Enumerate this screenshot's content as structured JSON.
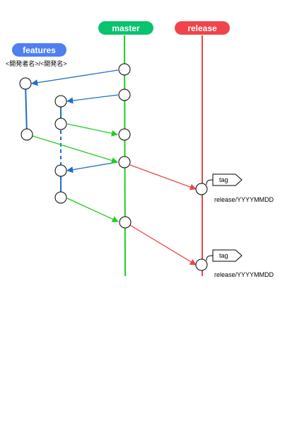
{
  "branches": {
    "master": {
      "label": "master",
      "color": "#0ac36e"
    },
    "release": {
      "label": "release",
      "color": "#f0444a"
    },
    "features": {
      "label": "features",
      "color": "#4f7ff0"
    }
  },
  "features_subtitle": "<開発者名>/<開発名>",
  "release_tags": [
    {
      "tag": "tag",
      "name": "release/YYYYMMDD"
    },
    {
      "tag": "tag",
      "name": "release/YYYYMMDD"
    }
  ],
  "colors": {
    "master_line": "#22cc22",
    "release_line": "#ee4444",
    "branch_line": "#1f6fc0",
    "merge_to_master": "#22cc22",
    "merge_to_release": "#ee4444",
    "branch_out": "#1f6fc0"
  }
}
